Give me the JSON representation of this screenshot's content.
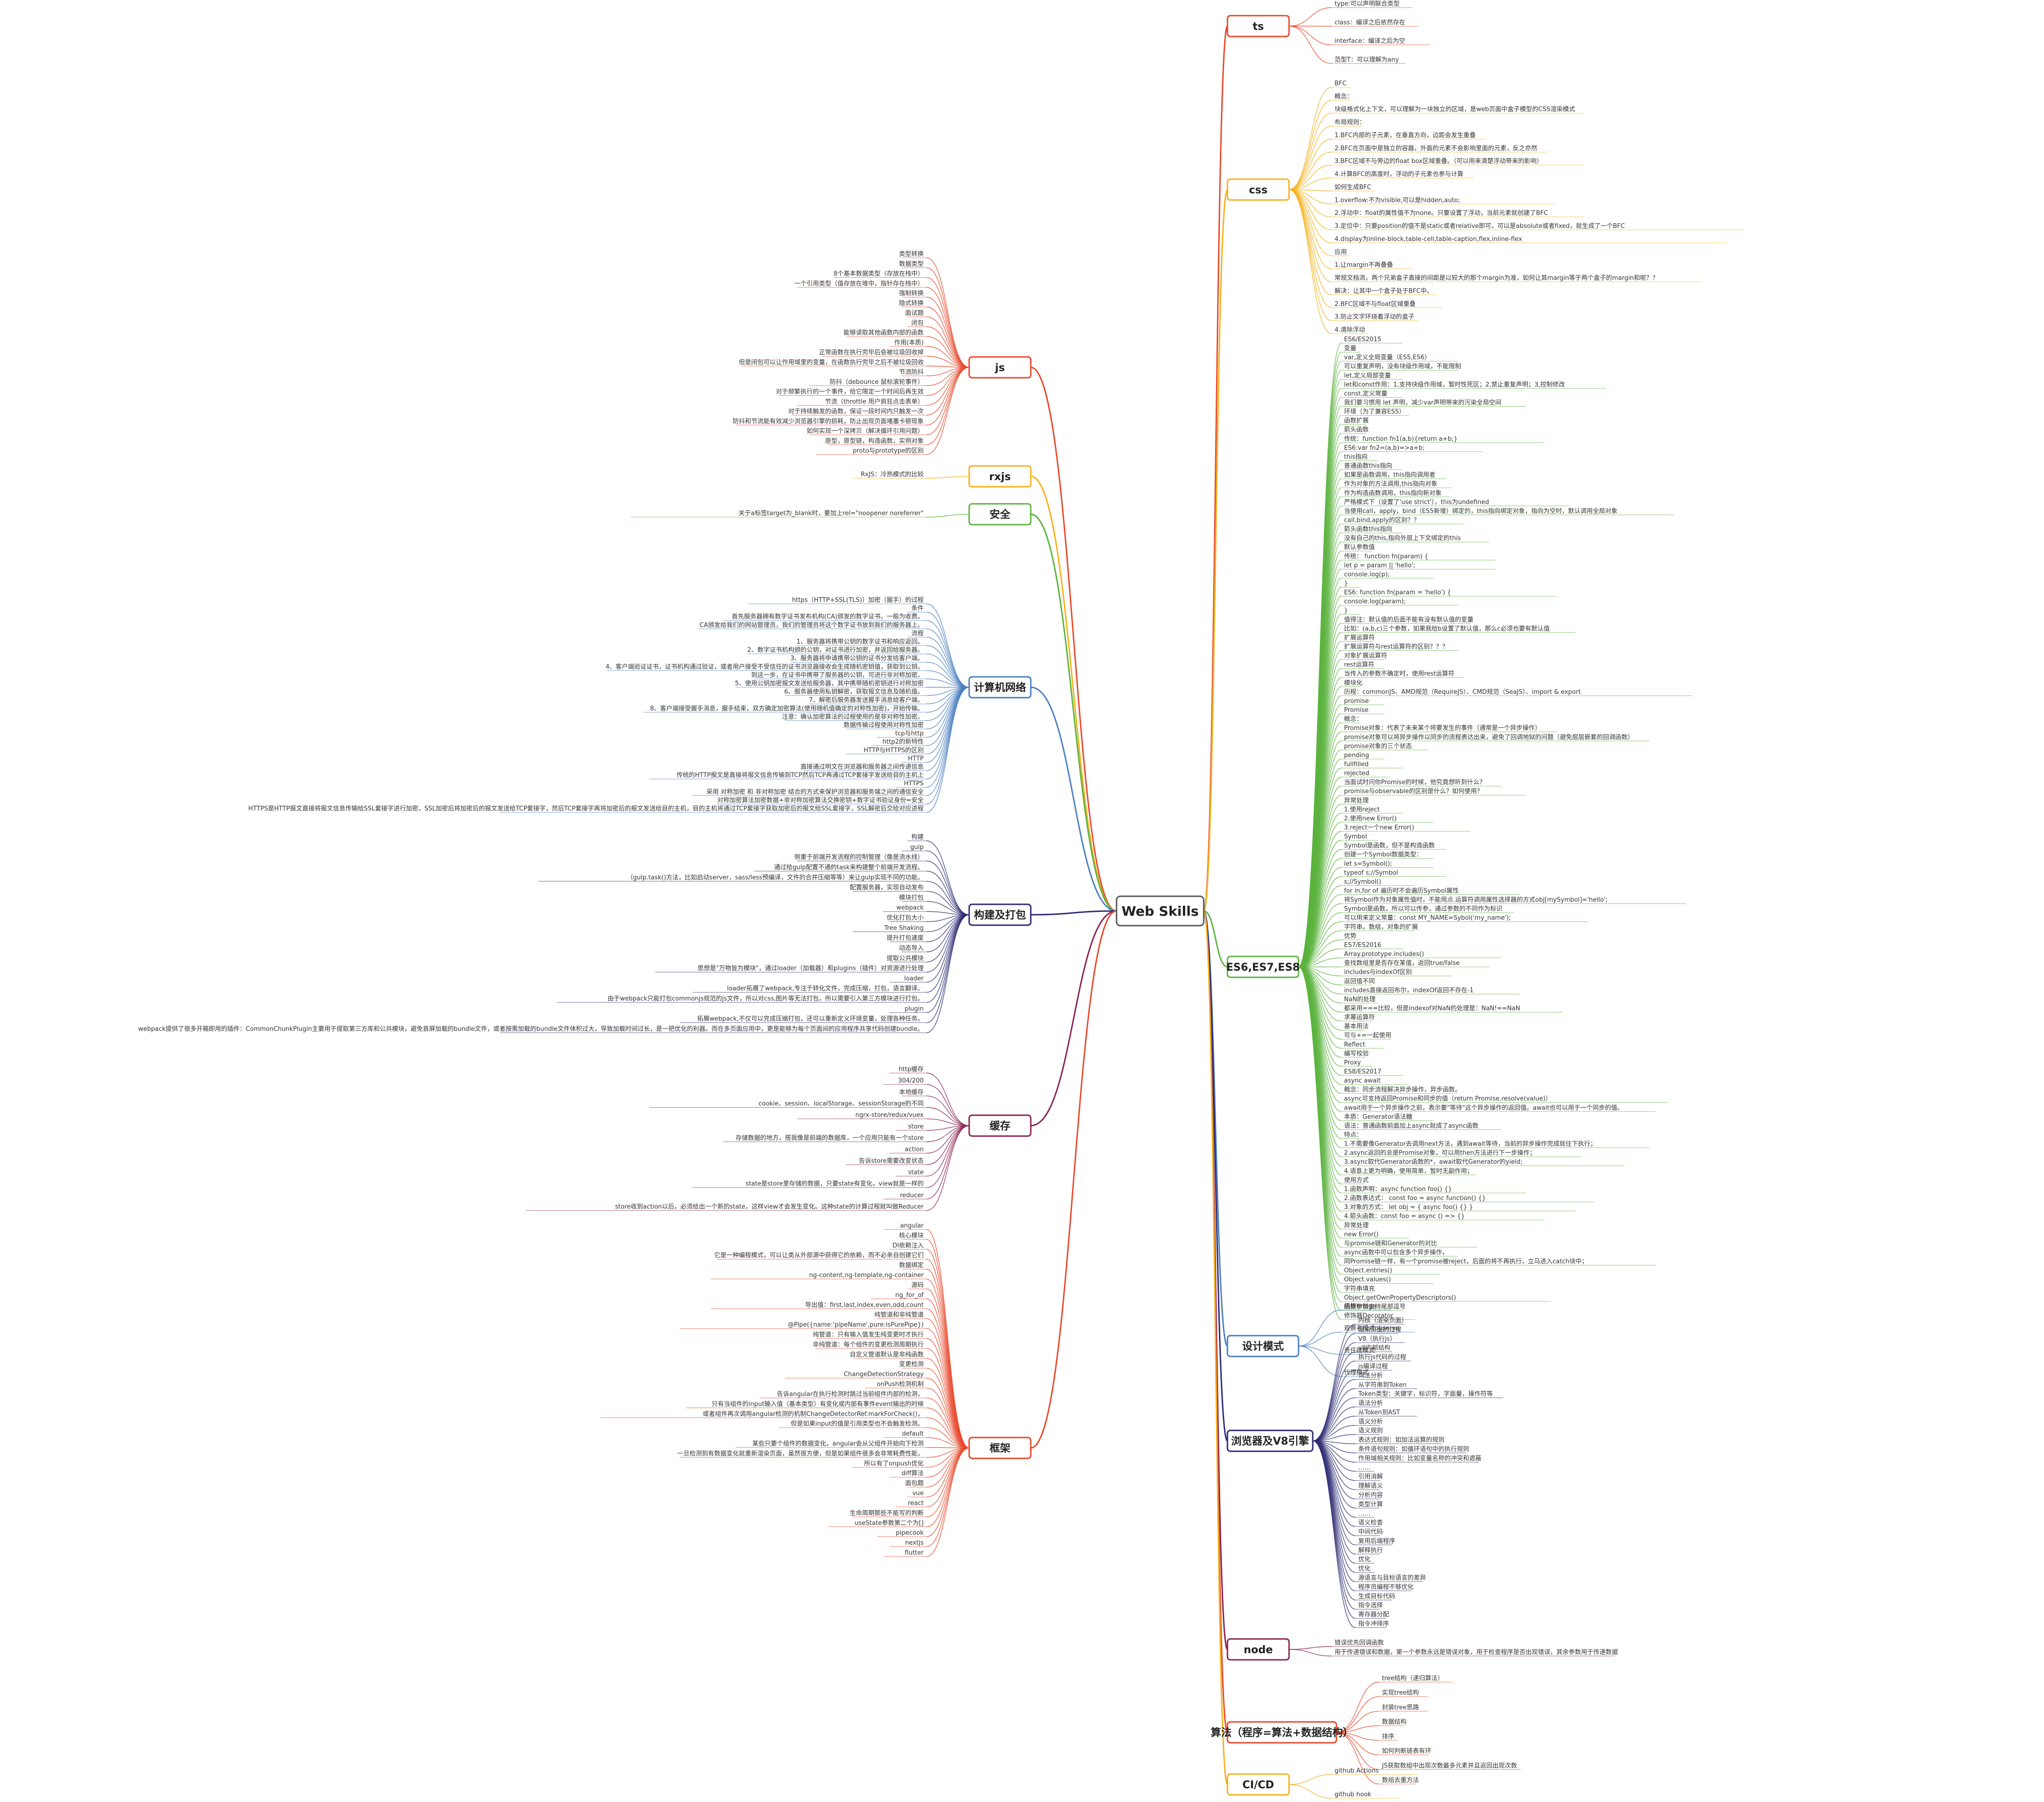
{
  "root": "Web Skills",
  "colors": {
    "ts": "#e8492c",
    "css": "#f5b21b",
    "es": "#5cb33e",
    "design": "#4a7fc1",
    "browser": "#2d2b73",
    "node": "#8b2252",
    "algo": "#e8492c",
    "cicd": "#f5b21b",
    "js": "#e8492c",
    "rxjs": "#f5b21b",
    "security": "#5cb33e",
    "net": "#4a7fc1",
    "build": "#2d2b73",
    "cache": "#8b2252",
    "frame": "#e8492c"
  },
  "branches": [
    {
      "key": "ts",
      "label": "ts",
      "side": "right",
      "leaves": [
        "type:可以声明联合类型",
        "class：编译之后依然存在",
        "interface：编译之后为空",
        "范型T：可以理解为any"
      ]
    },
    {
      "key": "css",
      "label": "css",
      "side": "right",
      "leaves": [
        "BFC",
        "概念：",
        "块级格式化上下文，可以理解为一块独立的区域，是web页面中盒子模型的CSS渲染模式",
        "布局规则：",
        "1.BFC内部的子元素，在垂直方向，边距会发生重叠",
        "2.BFC在页面中是独立的容器，外面的元素不会影响里面的元素，反之亦然",
        "3.BFC区域不与旁边的float box区域重叠。（可以用来清楚浮动带来的影响）",
        "4.计算BFC的高度时，浮动的子元素也参与计算",
        "如何生成BFC",
        "1.overflow:不为visible,可以是hidden,auto;",
        "2.浮动中：float的属性值不为none。只要设置了浮动，当前元素就创建了BFC",
        "3.定位中：只要position的值不是static或者relative即可，可以是absolute或者fixed，就生成了一个BFC",
        "4.display为inline-block,table-cell,table-caption,flex,inline-flex",
        "应用",
        "1.让margin不再叠叠",
        "常规文档流，两个兄弟盒子直接的间距是以较大的那个margin为准，如何让其margin等于两个盒子的margin和呢？？",
        "解决：让其中一个盒子处于BFC中。",
        "2.BFC区域不与float区域重叠",
        "3.防止文字环绕着浮动的盒子",
        "4.清除浮动"
      ]
    },
    {
      "key": "es",
      "label": "ES6,ES7,ES8",
      "side": "right",
      "leaves": [
        "ES6/ES2015",
        "变量",
        "var,定义全局变量（ES5,ES6）",
        "可以重复声明，没有块级作用域，不能限制",
        "let,定义局部变量",
        "let和const作用：1,支持块级作用域，暂时性死区；2,禁止重复声明；3,控制修改",
        "const,定义常量",
        "我们要习惯用 let 声明，减少var声明带来的污染全局空间",
        "环境（为了兼容ES5）",
        "函数扩展",
        "箭头函数",
        "传统：function fn1(a,b){return a+b;}",
        "ES6:var fn2=(a,b)=>a+b;",
        "this指向",
        "普通函数this指向",
        "如果是函数调用，this指向调用者",
        "作为对象的方法调用,this指向对象",
        "作为构造函数调用，this指向新对象",
        "严格模式下（设置了'use strict'），this为undefined",
        "当使用call，apply，bind（ES5新增）绑定的，this指向绑定对象，指向为空时，默认调用全局对象",
        "call,bind,apply的区别？？",
        "箭头函数this指向",
        "没有自己的this,指向外层上下文绑定的this",
        "默认参数值",
        "传统：  function fn(param) {",
        "let p = param || 'hello';",
        "console.log(p);",
        "}",
        "ES6: function fn(param = 'hello') {",
        "console.log(param);",
        "}",
        "值得注：默认值的后面不能有没有默认值的变量",
        "比如：(a,b,c)三个参数，如果我给b设置了默认值，那么c必须也要有默认值",
        "扩展运算符",
        "扩展运算符与rest运算符的区别？？？",
        "对象扩展运算符",
        "rest运算符",
        "当传入的参数不确定时，使用rest运算符",
        "模块化",
        "历程：commonJS、AMD规范（RequireJS）、CMD规范（SeaJS）、import & export",
        "promise",
        "Promise",
        "概念：",
        "Promise对象：代表了未来某个将要发生的事件（通常是一个异步操作）",
        "promise对象可以将异步操作以同步的流程表达出来，避免了回调地狱的问题（避免层层嵌套的回调函数）",
        "promise对象的三个状态",
        "pending",
        "fullfilled",
        "rejected",
        "当面试时问你Promise的时候，他究竟想听到什么？",
        "promise与observable的区别是什么？如何使用？",
        "异常处理",
        "1.使用reject",
        "2.使用new Error()",
        "3.reject一个new Error()",
        "Symbol",
        "Symbol是函数，但不是构造函数",
        "创建一个Symbol数据类型：",
        "let s=Symbol();",
        "typeof s;//Symbol",
        "s;//Symbol()",
        "for in,for of 遍历时不会遍历Symbol属性",
        "将Symbol作为对象属性值时，不能用点.运算符调用属性选择器的方式obj[mySymbol]='hello';",
        "Symbol是函数，所以可以传参，通过参数的不同作为标识",
        "可以用来定义常量：const MY_NAME=Sybol('my_name');",
        "字符串，数组，对象的扩展",
        "优势",
        "ES7/ES2016",
        "Array.prototype.includes()",
        "查找数组里是否存在某值，返回true/false",
        "includes与indexOf区别",
        "返回值不同",
        "includes直接返回布尔，indexOf返回不存在-1",
        "NaN的处理",
        "都采用===比较，但是indexof对NaN的处理是：NaN!==NaN",
        "求幂运算符",
        "基本用法",
        "可与+=一起使用",
        "Reflect",
        "编写校验",
        "Proxy",
        "ES8/ES2017",
        "async await",
        "概念：同步流程解决异步操作，异步函数。",
        "async可支持返回Promise和同步的值（return Promise.resolve(value)）",
        "await用于一个异步操作之前，表示要\"等待\"这个异步操作的返回值。await也可以用于一个同步的值。",
        "本质：Generator语法糖",
        "语法：普通函数前面加上async就成了async函数",
        "特点：",
        "1.不需要像Generator去调用next方法，遇到await等待，当前的异步操作完成就往下执行；",
        "2.async返回的总是Promise对象，可以用then方法进行下一步操作；",
        "3.async取代Generator函数的*，await取代Generator的yield;",
        "4.语意上更为明确，使用简单，暂时无副作用；",
        "使用方式",
        "1.函数声明：async function foo() {}",
        "2.函数表达式：  const foo = async function() {}",
        "3.对象的方式：  let obj = { async foo() {} }",
        "4.箭头函数：const foo = async () => {}",
        "异常处理",
        "new Error()",
        "与promise链和Generator的对比",
        "async函数中可以包含多个异步操作，",
        "同Promise链一样，有一个promise被reject，后面的将不再执行，立马进入catch块中；",
        "Object.entries()",
        "Object.values()",
        "字符串填充",
        "Object.getOwnPropertyDescriptors()",
        "函数参数支持尾部逗号",
        "修饰器Decorator"
      ]
    },
    {
      "key": "design",
      "label": "设计模式",
      "side": "right",
      "leaves": [
        "桥接bridge",
        "观察者模式observe",
        "责任链模式",
        "代理模式"
      ]
    },
    {
      "key": "browser",
      "label": "浏览器及V8引擎",
      "side": "right",
      "leaves": [
        "内核（渲染页面）",
        "渲染页面的过程",
        "V8（执行js）",
        "v8内部结构",
        "执行js代码的过程",
        "js编译过程",
        "词法分析",
        "从字符串到Token",
        "Token类型：关键字，标识符，字面量，操作符等",
        "语法分析",
        "从Token到AST",
        "语义分析",
        "语义规则",
        "表达式规则：如加法运算的规则",
        "条件语句规则：如循环语句中的执行规则",
        "作用域相关规则：比如变量名称的冲突和遮蔽",
        "……",
        "引用消解",
        "理解语义",
        "分析内容",
        "类型计算",
        "……",
        "语义检查",
        "中间代码",
        "复用后端程序",
        "解释执行",
        "优化",
        "优化",
        "源语言与目标语言的差异",
        "程序员编程不够优化",
        "生成目标代码",
        "指令选择",
        "寄存器分配",
        "指令冲排序"
      ]
    },
    {
      "key": "node",
      "label": "node",
      "side": "right",
      "leaves": [
        "错误优先回调函数",
        "用于传递错误和数据，第一个参数永远是错误对象，用于检查程序是否出现错误，其余参数用于传递数据"
      ]
    },
    {
      "key": "algo",
      "label": "算法（程序=算法+数据结构）",
      "side": "right",
      "leaves": [
        "tree结构（递归算法）",
        "实现tree结构",
        "封装tree思路",
        "数据结构",
        "排序",
        "如何判断链表有环",
        "JS获取数组中出现次数最多元素并且返回出现次数",
        "数组去重方法"
      ]
    },
    {
      "key": "cicd",
      "label": "CI/CD",
      "side": "right",
      "leaves": [
        "github Actions",
        "github hook"
      ]
    },
    {
      "key": "js",
      "label": "js",
      "side": "left",
      "leaves": [
        "类型转换",
        "数据类型",
        "8个基本数据类型（存放在栈中）",
        "一个引用类型（值存放在堆中，指针存在栈中）",
        "强制转换",
        "隐式转换",
        "面试题",
        "闭包",
        "能够读取其他函数内部的函数",
        "作用(本质)",
        "正常函数在执行完毕后会被垃圾回收掉",
        "但是闭包可以让作用域里的变量，在函数执行完毕之后不被垃圾回收",
        "节流防抖",
        "防抖（debounce 鼠标滚轮事件）",
        "对于频繁执行的一个事件，给它限定一个时间后再生效",
        "节流（throttle 用户疯狂点击表单）",
        "对于持续触发的函数，保证一段时间内只触发一次",
        "防抖和节流能有效减少浏览器引擎的损耗，防止出现页面堵塞卡顿现象",
        "如何实现一个深拷贝（解决循环引用问题）",
        "原型，原型链，构造函数，实例对象",
        "proto与prototype的区别"
      ]
    },
    {
      "key": "rxjs",
      "label": "rxjs",
      "side": "left",
      "leaves": [
        "RxJS：冷热模式的比较"
      ]
    },
    {
      "key": "security",
      "label": "安全",
      "side": "left",
      "leaves": [
        "关于a标签target为_blank时，要加上rel=\"noopener noreferrer\""
      ]
    },
    {
      "key": "net",
      "label": "计算机网络",
      "side": "left",
      "leaves": [
        "https（HTTP+SSL(TLS)）加密（握手）的过程",
        "条件",
        "首先服务器拥有数字证书发布机构(CA)颁发的数字证书，一般为收费。",
        "CA颁发给我们的网站管理员，我们的管理员将这个数字证书放到我们的服务器上。",
        "流程",
        "1、服务器将携带公钥的数字证书和响应返回。",
        "2、数字证书机构颁的公钥，对证书进行加密，并返回给服务器。",
        "3、服务器将申请携带公钥的证书分发给客户端。",
        "4、客户端验证证书，证书机构通过验证，或者用户接受不受信任的证书浏览器接收会生成随机密钥值，获取到公钥。",
        "到这一步，在证书中携带了服务器的公钥，可进行非对称加密。",
        "5、使用公钥加密报文发送给服务器，其中携带随机密钥进行对称加密",
        "6、服务器使用私钥解密，获取报文信息及随机值。",
        "7、解密后服务器发送握手消息给客户端。",
        "8、客户端接受握手消息，握手结束，双方确定加密算法(使用随机值确定的对称性加密)，开始传输。",
        "注意：确认加密算法的过程使用的是非对称性加密。",
        "数据传输过程使用对称性加密",
        "tcp与http",
        "http2的新特性",
        "HTTP与HTTPS的区别",
        "HTTP",
        "直接通过明文在浏览器和服务器之间传递信息",
        "传统的HTTP报文是直接将报文信息传输到TCP然后TCP再通过TCP套接字发送给目的主机上",
        "HTTPS",
        "采用 对称加密 和 非对称加密 结合的方式来保护浏览器和服务端之间的通信安全",
        "对称加密算法加密数据+非对称加密算法交换密钥+数字证书验证身份=安全",
        "HTTPS是HTTP报文直接将报文信息传输给SSL套接字进行加密，SSL加密后将加密后的报文发送给TCP套接字，然后TCP套接字再将加密后的报文发送给目的主机，目的主机将通过TCP套接字获取加密后的报文给SSL套接字，SSL解密后交给对应进程"
      ]
    },
    {
      "key": "build",
      "label": "构建及打包",
      "side": "left",
      "leaves": [
        "构建",
        "gulp",
        "侧重于前端开发流程的控制管理（像是流水线）",
        "通过给gulp配置不通的task来构建整个前端开发流程。",
        "（gulp.task()方法，比如启动server，sass/less预编译，文件的合并压缩等等）来让gulp实现不同的功能。",
        "配置服务器，实现自动发布",
        "模块打包",
        "webpack",
        "优化打包大小",
        "Tree Shaking",
        "提升打包速度",
        "动态导入",
        "提取公共模块",
        "思想是\"万物皆为模块\"，通过loader（加载器）和plugins（插件）对资源进行处理",
        "loader",
        "loader拓展了webpack,专注于转化文件，完成压缩，打包，语言翻译。",
        "由于webpack只能打包commonjs规范的js文件，所以对css,图片等无法打包，所以需要引入第三方模块进行打包。",
        "plugin",
        "拓展webpack,不仅可以完成压缩打包，还可以重新定义环境变量，处理各种任务。",
        "webpack提供了很多开箱即用的插件：CommonChunkPlugin主要用于提取第三方库和公共模块，避免首屏加载的bundle文件，或者按需加载的bundle文件体积过大，导致加载时间过长，是一把优化的利器。而在多页面应用中，更是能够为每个页面间的应用程序共享代码创建bundle。"
      ]
    },
    {
      "key": "cache",
      "label": "缓存",
      "side": "left",
      "leaves": [
        "http缓存",
        "304/200",
        "本地缓存",
        "cookie、session、localStorage、sessionStorage的不同",
        "ngrx-store/redux/vuex",
        "store",
        "存储数据的地方，搭我像是前端的数据库，一个应用只能有一个store",
        "action",
        "告诉store需要改变状态",
        "state",
        "state是store里存储的数据，只要state有变化，view就是一样的",
        "reducer",
        "store收到action以后，必须给出一个新的state，这样view才会发生变化。这种state的计算过程就叫做Reducer"
      ]
    },
    {
      "key": "frame",
      "label": "框架",
      "side": "left",
      "leaves": [
        "angular",
        "核心模块",
        "DI依赖注入",
        "它是一种编程模式，可以让类从外部源中获得它的依赖，而不必亲自创建它们",
        "数据绑定",
        "ng-content,ng-template,ng-container",
        "源码",
        "ng_for_of",
        "导出值：first,last,index,even,odd,count",
        "纯管道和非纯管道",
        "@Pipe({name:'pipeName',pure:isPurePipe})",
        "纯管道：只有输入值发生纯变更时才执行",
        "非纯管道：每个组件的变更检测周期执行",
        "自定义管道默认是非纯函数",
        "变更检测",
        "ChangeDetectionStrategy",
        "onPush检测机制",
        "告诉angular在执行检测时跳过当前组件内部的检测，",
        "只有当组件的input输入值（基本类型）有变化或内部有事件event输出的时候",
        "或者组件再次调用angular检测的机制ChangeDetectorRef.markForCheck()，",
        "但是如果input的值是引用类型也不会触发检测。",
        "default",
        "某些只要个组件的数据变化，angular会从父组件开始向下检测",
        "一旦检测到有数据变化就重新渲染页面，虽然很方便，但是如果组件很多会非常耗费性能，",
        "所以有了onpush优化",
        "diff算法",
        "面包题",
        "vue",
        "react",
        "生命周期那些不能写的判断",
        "useState参数第二个为[]",
        "pipecook",
        "nextjs",
        "flutter"
      ]
    }
  ]
}
